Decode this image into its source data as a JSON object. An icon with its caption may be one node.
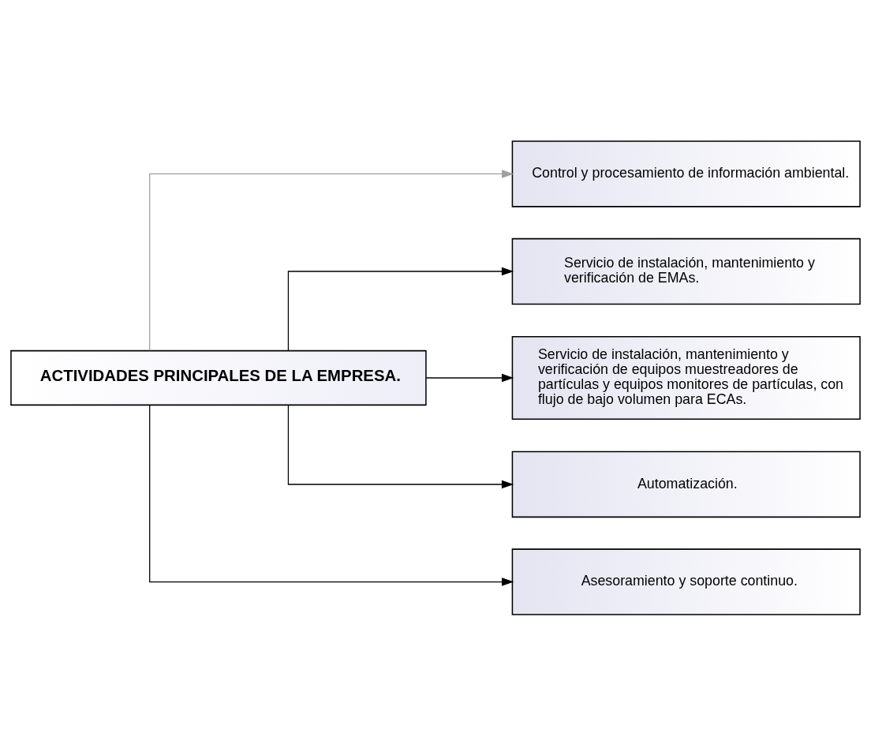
{
  "diagram": {
    "nodes": [
      {
        "text": [
          "ACTIVIDADES PRINCIPALES DE LA EMPRESA."
        ]
      },
      {
        "text": [
          "Control y procesamiento de información ambiental."
        ]
      },
      {
        "text": [
          "Servicio de instalación, mantenimiento y verificación de EMAs."
        ]
      },
      {
        "text": [
          "Servicio de instalación, mantenimiento y verificación de equipos muestreadores de partículas y equipos monitores de partículas, con flujo de bajo volumen para ECAs."
        ]
      },
      {
        "text": [
          "Automatización."
        ]
      },
      {
        "text": [
          "Asesoramiento y soporte continuo."
        ]
      }
    ],
    "edges": [
      {
        "from": 0,
        "to": 1,
        "arrow": "to",
        "color": "#a0a0a0"
      },
      {
        "from": 0,
        "to": 2,
        "arrow": "to"
      },
      {
        "from": 0,
        "to": 3,
        "arrow": "to"
      },
      {
        "from": 0,
        "to": 4,
        "arrow": "to"
      },
      {
        "from": 0,
        "to": 5,
        "arrow": "to"
      }
    ]
  }
}
